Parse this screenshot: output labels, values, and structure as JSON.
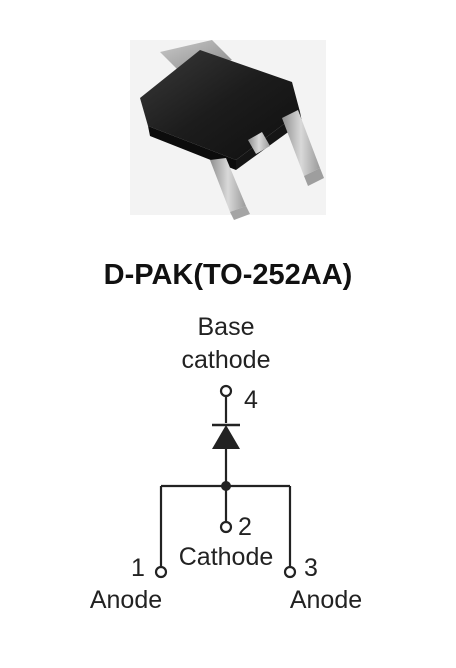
{
  "package": {
    "title": "D-PAK(TO-252AA)",
    "photo": "d-pak-package-photo"
  },
  "schematic": {
    "symbol": "diode-common-cathode-symbol",
    "pins": [
      {
        "number": "4",
        "name_line1": "Base",
        "name_line2": "cathode"
      },
      {
        "number": "2",
        "name": "Cathode"
      },
      {
        "number": "1",
        "name": "Anode"
      },
      {
        "number": "3",
        "name": "Anode"
      }
    ]
  },
  "colors": {
    "line": "#222222",
    "package_body": "#1e1e1e",
    "leads": "#b9b9b9",
    "photo_bg": "#f1f1f1"
  }
}
